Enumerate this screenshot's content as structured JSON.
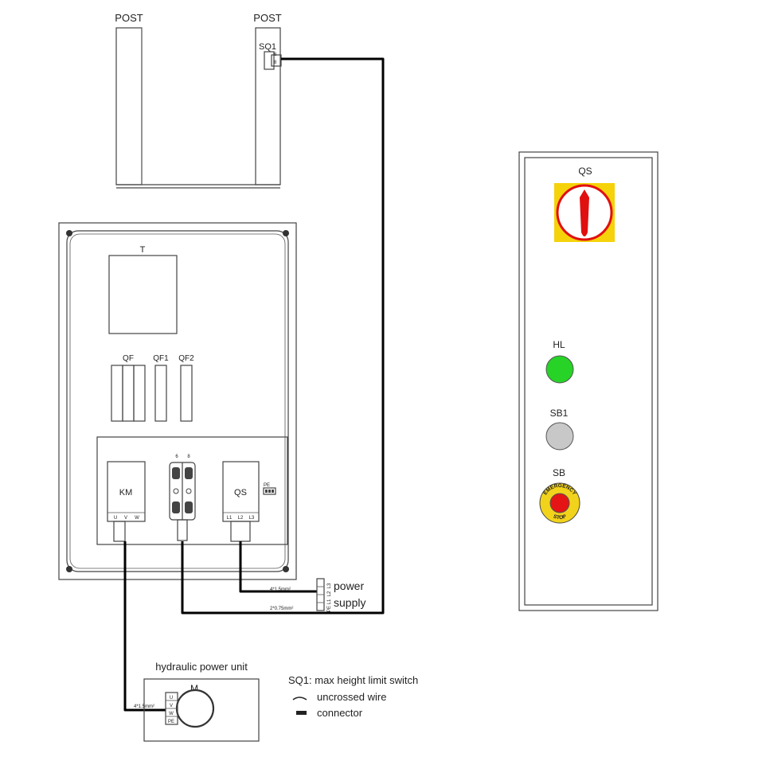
{
  "posts": {
    "left_label": "POST",
    "right_label": "POST",
    "limit_switch_label": "SQ1",
    "switch_terminal_a": "6",
    "switch_terminal_b": "8"
  },
  "cabinet": {
    "transformer_label": "T",
    "breaker_labels": [
      "QF",
      "QF1",
      "QF2"
    ],
    "contactor_label": "KM",
    "contactor_terminals": [
      "U",
      "V",
      "W"
    ],
    "terminal_block_numbers": [
      "6",
      "8"
    ],
    "isolator_label": "QS",
    "isolator_terminals": [
      "L1",
      "L2",
      "L3"
    ],
    "pe_label": "PE"
  },
  "power_supply": {
    "label_line1": "power",
    "label_line2": "supply",
    "cable_3phase": "4*1.5mm²",
    "cable_control": "2*0.75mm²",
    "terminals": [
      "L3",
      "L2",
      "L1",
      "PE"
    ]
  },
  "control_panel": {
    "rotary_switch_label": "QS",
    "indicator_label": "HL",
    "button_label": "SB1",
    "estop_label": "SB",
    "estop_ring_top": "EMERGENCY",
    "estop_ring_bottom": "STOP",
    "colors": {
      "knob_yellow": "#f5d20a",
      "knob_red": "#e01010",
      "lamp_green": "#27d327",
      "button_grey": "#c8c8c8",
      "estop_red": "#e51515",
      "estop_yellow": "#f2d31c"
    }
  },
  "hydraulic": {
    "title": "hydraulic power unit",
    "motor_label": "M",
    "cable": "4*1.5mm²",
    "terminals": [
      "U",
      "V",
      "W",
      "PE"
    ]
  },
  "legend": {
    "title": "SQ1: max height limit switch",
    "uncrossed": "uncrossed wire",
    "connector": "connector"
  }
}
